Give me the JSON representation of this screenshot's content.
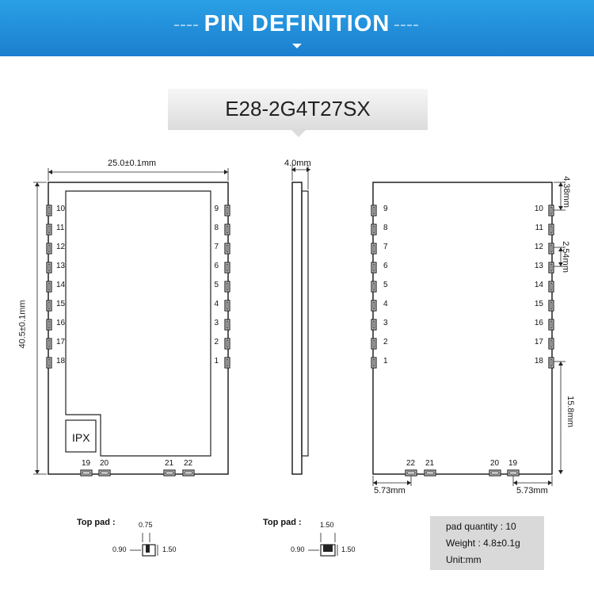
{
  "header": {
    "title": "PIN DEFINITION",
    "model": "E28-2G4T27SX"
  },
  "top_view": {
    "width_dim": "25.0±0.1mm",
    "height_dim": "40.5±0.1mm",
    "antenna_label": "IPX",
    "left_pins": [
      "10",
      "11",
      "12",
      "13",
      "14",
      "15",
      "16",
      "17",
      "18"
    ],
    "right_pins": [
      "9",
      "8",
      "7",
      "6",
      "5",
      "4",
      "3",
      "2",
      "1"
    ],
    "bottom_pins": [
      "19",
      "20",
      "21",
      "22"
    ]
  },
  "side_view": {
    "thickness_dim": "4.0mm"
  },
  "bottom_view": {
    "left_pins": [
      "9",
      "8",
      "7",
      "6",
      "5",
      "4",
      "3",
      "2",
      "1"
    ],
    "right_pins": [
      "10",
      "11",
      "12",
      "13",
      "14",
      "15",
      "16",
      "17",
      "18"
    ],
    "bottom_pins": [
      "22",
      "21",
      "20",
      "19"
    ],
    "dim_top": "4.38mm",
    "dim_pitch": "2.54mm",
    "dim_gap": "15.8mm",
    "dim_left": "5.73mm",
    "dim_right": "5.73mm"
  },
  "pad_left": {
    "label": "Top pad :",
    "width": "0.75",
    "offset": "0.90",
    "height": "1.50"
  },
  "pad_right": {
    "label": "Top pad :",
    "width": "1.50",
    "offset": "0.90",
    "height": "1.50"
  },
  "specs": {
    "pad_quantity": "pad quantity : 10",
    "weight": "Weight : 4.8±0.1g",
    "unit": "Unit:mm"
  },
  "colors": {
    "banner": "#1c7fcf",
    "outline": "#222222"
  }
}
